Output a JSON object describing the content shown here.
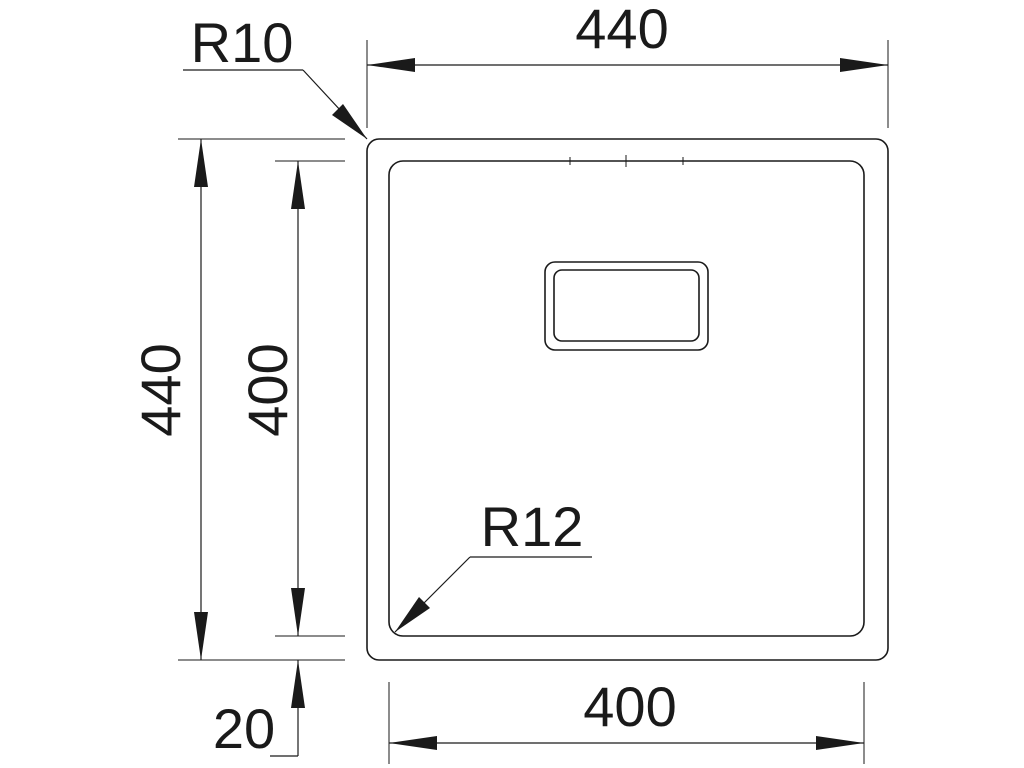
{
  "drawing": {
    "dimensions": {
      "top_width": "440",
      "bottom_width": "400",
      "left_height_outer": "440",
      "left_height_inner": "400",
      "flange_offset": "20"
    },
    "radii": {
      "outer_corner": "R10",
      "inner_corner": "R12"
    }
  }
}
